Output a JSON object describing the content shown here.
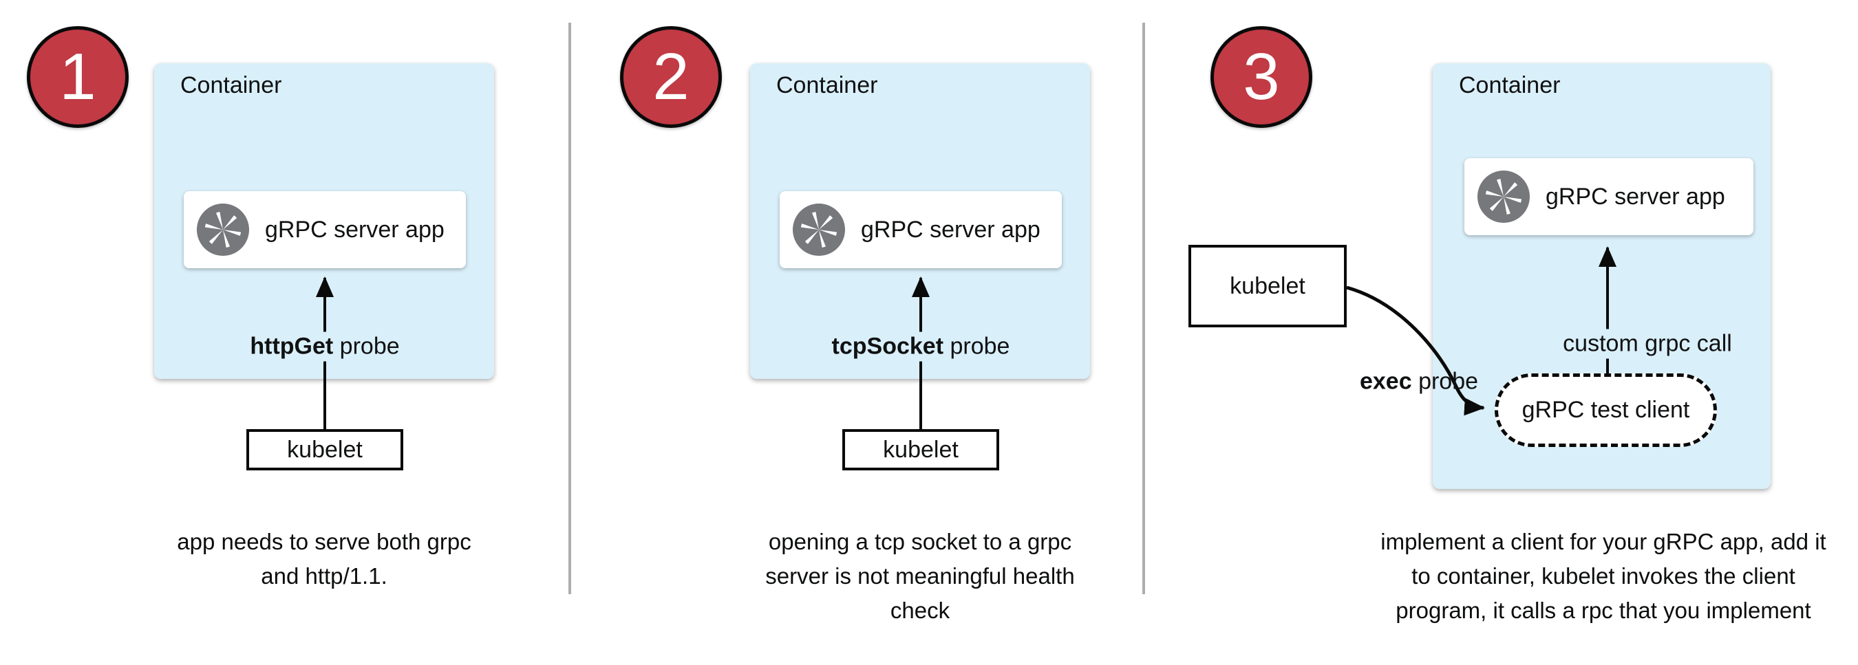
{
  "colors": {
    "badge_red": "#C13A44",
    "container_blue": "#D9EFF9",
    "icon_gray": "#77787B",
    "divider_gray": "#ACAEB0",
    "arrow_black": "#0a0a0a"
  },
  "panels": [
    {
      "number": "1",
      "container_label": "Container",
      "app_label": "gRPC server app",
      "probe": {
        "bold": "httpGet",
        "rest": " probe"
      },
      "kubelet_label": "kubelet",
      "caption_lines": [
        "app needs to serve both grpc",
        "and http/1.1."
      ]
    },
    {
      "number": "2",
      "container_label": "Container",
      "app_label": "gRPC server app",
      "probe": {
        "bold": "tcpSocket",
        "rest": " probe"
      },
      "kubelet_label": "kubelet",
      "caption_lines": [
        "opening a tcp socket to a grpc",
        "server is not meaningful health",
        "check"
      ]
    },
    {
      "number": "3",
      "container_label": "Container",
      "app_label": "gRPC server app",
      "probe": {
        "bold": "exec",
        "rest": " probe"
      },
      "kubelet_label": "kubelet",
      "labels": {
        "custom_call": "custom grpc call",
        "test_client": "gRPC test client"
      },
      "caption_lines": [
        "implement a client for your gRPC app, add it",
        "to container, kubelet invokes the client",
        "program, it calls a rpc that you implement"
      ]
    }
  ]
}
